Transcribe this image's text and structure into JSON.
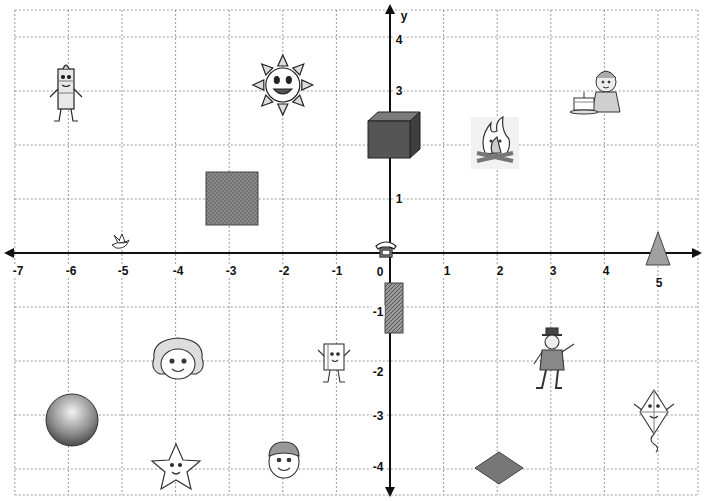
{
  "diagram": {
    "labels": [
      "y",
      "-7",
      "-6",
      "-5",
      "-4",
      "-3",
      "-2",
      "-1",
      "0",
      "1",
      "2",
      "3",
      "4",
      "5",
      "4",
      "3",
      "1",
      "-1",
      "-2",
      "-3",
      "-4"
    ]
  }
}
